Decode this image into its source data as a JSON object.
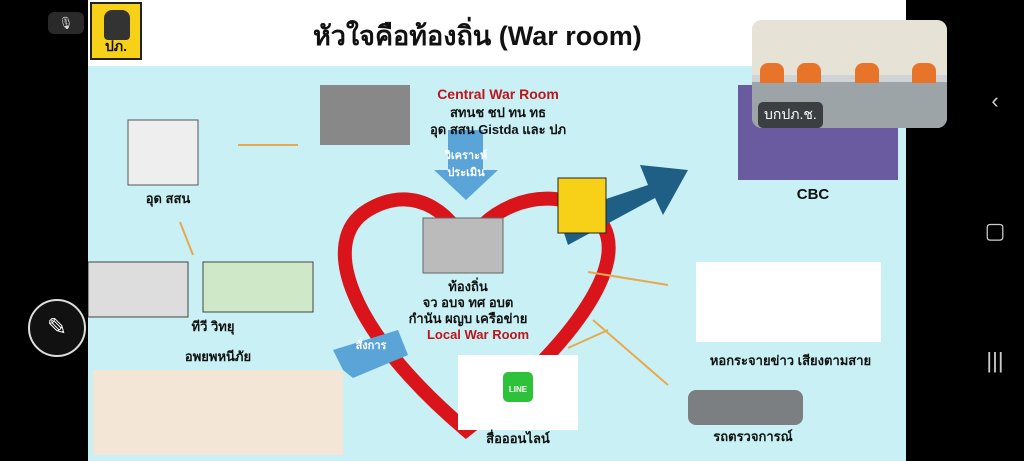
{
  "slide": {
    "title": "หัวใจคือท้องถิ่น (War room)",
    "logo_text": "ปภ.",
    "central": {
      "heading": "Central War Room",
      "line1": "สทนช ชป ทน ทธ",
      "line2": "อุด สสน Gistda และ ปภ"
    },
    "local": {
      "line1": "ท้องถิ่น",
      "line2": "จว อบจ ทศ อบต",
      "line3": "กำนัน ผญบ เครือข่าย",
      "heading": "Local War Room"
    },
    "arrow_assess": "วิเคราะห์ ประเมิน",
    "arrow_command": "สั่งการ",
    "labels": {
      "weather": "อุด สสน",
      "tv_radio": "ทีวี วิทยุ",
      "evacuate": "อพยพหนีภัย",
      "cbc": "CBC",
      "tower": "หอกระจายข่าว เสียงตามสาย",
      "patrol": "รถตรวจการณ์",
      "online": "สื่อออนไลน์",
      "line_app": "LINE"
    }
  },
  "pip": {
    "name": "บกปภ.ช."
  },
  "colors": {
    "heart": "#d9141b",
    "arrow_blue": "#5aa4d8",
    "arrow_dark": "#1f5f86",
    "slide_bg": "#c9f1f5"
  }
}
